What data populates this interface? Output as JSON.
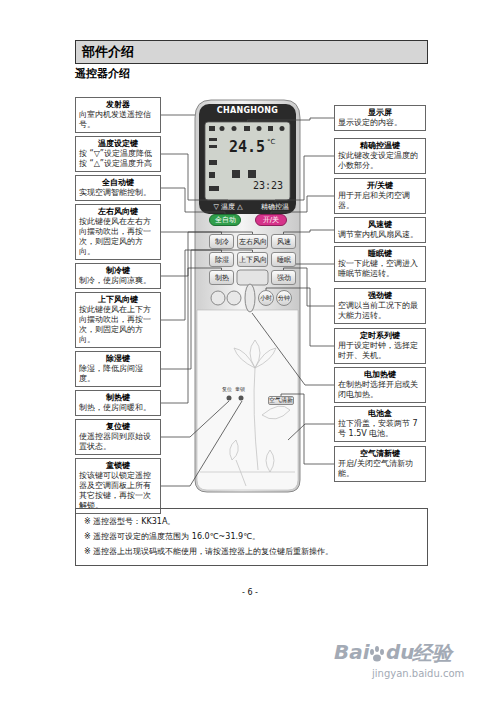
{
  "diagram": {
    "nodes": [
      {
        "text": [
          "部件介绍"
        ]
      },
      {
        "text": [
          "发射器",
          "向室内机发送遥控信号。"
        ]
      },
      {
        "text": [
          "温度设定键",
          "按 “▽”设定温度降低 按 “△”设定温度升高"
        ]
      },
      {
        "text": [
          "全自动键",
          "实现空调智能控制。"
        ]
      },
      {
        "text": [
          "左右风向键",
          "按此键使风在左右方向摆动吹出，再按一次，则固定风的方向。"
        ]
      },
      {
        "text": [
          "制冷键",
          "制冷，使房间凉爽。"
        ]
      },
      {
        "text": [
          "上下风向键",
          "按此键使风在上下方向摆动吹出，再按一次，则固定风的方向。"
        ]
      },
      {
        "text": [
          "除湿键",
          "除湿，降低房间湿度。"
        ]
      },
      {
        "text": [
          "制热键",
          "制热，使房间暖和。"
        ]
      },
      {
        "text": [
          "复位键",
          "使遥控器回到原始设置状态。"
        ]
      },
      {
        "text": [
          "童锁键",
          "按该键可以锁定遥控器及空调面板上所有其它按键，再按一次解锁。"
        ]
      },
      {
        "text": [
          "显示屏",
          "显示设定的内容。"
        ]
      },
      {
        "text": [
          "精确控温键",
          "按此键改变设定温度的小数部分。"
        ]
      },
      {
        "text": [
          "开/关键",
          "用于开启和关闭空调器。"
        ]
      },
      {
        "text": [
          "风速键",
          "调节室内机风扇风速。"
        ]
      },
      {
        "text": [
          "睡眠键",
          "按一下此键，空调进入睡眠节能运转。"
        ]
      },
      {
        "text": [
          "强劲键",
          "空调以当前工况下的最大能力运转。"
        ]
      },
      {
        "text": [
          "定时系列键",
          "用于设定时钟，选择定时开、关机。"
        ]
      },
      {
        "text": [
          "电加热键",
          "在制热时选择开启或关闭电加热。"
        ]
      },
      {
        "text": [
          "电池盒",
          "拉下滑盖，安装两节 7 号 1.5V 电池。"
        ]
      },
      {
        "text": [
          "空气清新键",
          "开启/关闭空气清新功能。"
        ]
      },
      {
        "text": [
          "CHANGHONG"
        ]
      },
      {
        "text": [
          "24.5",
          "°C",
          "23:23"
        ],
        "in": 21
      },
      {
        "text": [
          "▽ 温度 △"
        ],
        "in": 21
      },
      {
        "text": [
          "精确控温"
        ],
        "in": 21
      },
      {
        "text": [
          "全自动"
        ],
        "in": 21
      },
      {
        "text": [
          "开/关"
        ],
        "in": 21
      },
      {
        "text": [
          "制冷"
        ],
        "in": 21
      },
      {
        "text": [
          "左右风向"
        ],
        "in": 21
      },
      {
        "text": [
          "风速"
        ],
        "in": 21
      },
      {
        "text": [
          "除湿"
        ],
        "in": 21
      },
      {
        "text": [
          "上下风向"
        ],
        "in": 21
      },
      {
        "text": [
          "睡眠"
        ],
        "in": 21
      },
      {
        "text": [
          "制热"
        ],
        "in": 21
      },
      {
        "text": [
          "强劲"
        ],
        "in": 21
      },
      {
        "text": [
          "小时"
        ],
        "in": 21
      },
      {
        "text": [
          "分钟"
        ],
        "in": 21
      },
      {
        "text": [
          "空气清新"
        ],
        "in": 21
      },
      {
        "text": [
          "※ 遥控器型号：KK31A。",
          "※ 遥控器可设定的温度范围为 16.0℃~31.9℃。",
          "※ 遥控器上出现误码或不能使用，请按遥控器上的复位键后重新操作。"
        ]
      }
    ],
    "edges": [
      {
        "from": 1,
        "to": 21,
        "arrow": "none"
      },
      {
        "from": 2,
        "to": 23,
        "arrow": "none"
      },
      {
        "from": 3,
        "to": 25,
        "arrow": "none"
      },
      {
        "from": 4,
        "to": 28,
        "arrow": "none"
      },
      {
        "from": 5,
        "to": 27,
        "arrow": "none"
      },
      {
        "from": 6,
        "to": 31,
        "arrow": "none"
      },
      {
        "from": 7,
        "to": 30,
        "arrow": "none"
      },
      {
        "from": 8,
        "to": 33,
        "arrow": "none"
      },
      {
        "from": 11,
        "to": 22,
        "arrow": "none"
      },
      {
        "from": 12,
        "to": 24,
        "arrow": "none"
      },
      {
        "from": 13,
        "to": 26,
        "arrow": "none"
      },
      {
        "from": 14,
        "to": 29,
        "arrow": "none"
      },
      {
        "from": 15,
        "to": 32,
        "arrow": "none"
      },
      {
        "from": 16,
        "to": 34,
        "arrow": "none"
      },
      {
        "from": 17,
        "to": 35,
        "arrow": "none"
      },
      {
        "from": 20,
        "to": 37,
        "arrow": "none"
      }
    ],
    "labels": [
      "遥控器介绍",
      "复位",
      "童锁",
      "- 6 -",
      "Bai",
      "du",
      "经验",
      "jingyan.baidu.com"
    ]
  }
}
